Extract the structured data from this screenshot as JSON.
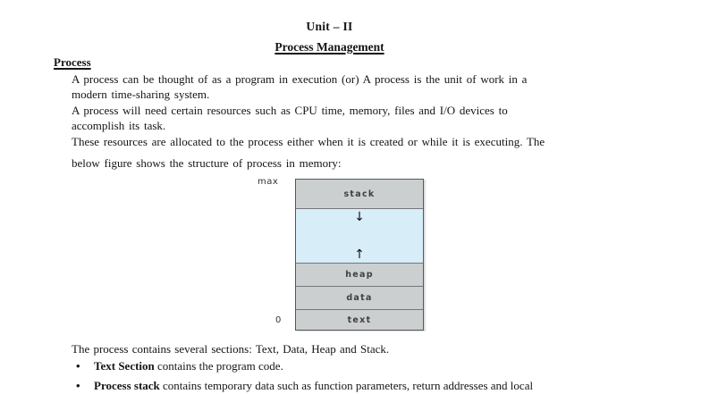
{
  "document": {
    "title": "Unit – II",
    "subtitle": "Process Management",
    "section_heading": "Process",
    "body_lines": [
      "A process can be thought of as a program in execution (or) A process is the unit of work in a",
      "modern time-sharing system.",
      "A process will need certain resources such as CPU time, memory, files and I/O devices to",
      "accomplish its task.",
      "These resources are allocated to the process either when it is created or while it is executing. The",
      "below figure shows the structure of process in memory:"
    ],
    "closing_line": "The process contains several sections: Text, Data, Heap and Stack.",
    "bullet_glyph": "•",
    "bullets": [
      {
        "bold": "Text Section",
        "rest": " contains the program code."
      },
      {
        "bold": "Process stack",
        "rest": " contains temporary data such as function parameters, return addresses and local"
      }
    ]
  },
  "figure": {
    "max_label": "max",
    "zero_label": "0",
    "stack_label": "stack",
    "heap_label": "heap",
    "data_label": "data",
    "text_label": "text",
    "arrow_down": "↓",
    "arrow_up": "↑",
    "colors": {
      "section_gray": "#cccfd0",
      "free_space_blue": "#d7edf8",
      "border": "#55585a"
    }
  }
}
